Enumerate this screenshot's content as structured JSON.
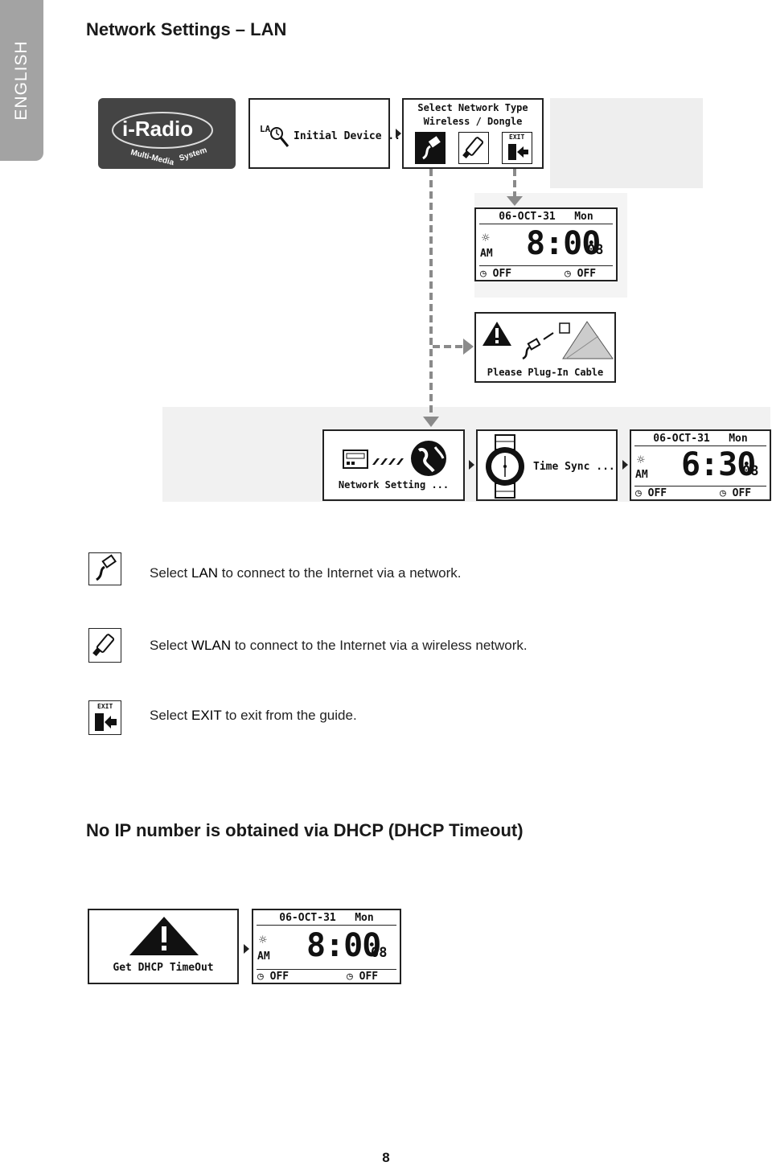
{
  "language_tab": "ENGLISH",
  "heading": "Network Settings – LAN",
  "logo": {
    "name": "i-Radio",
    "subtitle": "Multi-Media System"
  },
  "screens": {
    "initial_device": {
      "prefix": "LA",
      "label": "Initial Device ..."
    },
    "network_type": {
      "line1": "Select Network Type",
      "line2": "Wireless / Dongle",
      "exit_label": "EXIT"
    },
    "clock1": {
      "date": "06-OCT-31",
      "day": "Mon",
      "ampm": "AM",
      "time": "8:00",
      "seconds": "08",
      "alarm1": "OFF",
      "alarm2": "OFF"
    },
    "plug_cable": {
      "label": "Please Plug-In Cable"
    },
    "network_setting": {
      "label": "Network Setting ..."
    },
    "time_sync": {
      "label": "Time Sync ..."
    },
    "clock2": {
      "date": "06-OCT-31",
      "day": "Mon",
      "ampm": "AM",
      "time": "6:30",
      "seconds": "08",
      "alarm1": "OFF",
      "alarm2": "OFF"
    }
  },
  "descriptions": [
    {
      "pre": "Select ",
      "key": "LAN",
      "post": " to connect to the Internet via a network."
    },
    {
      "pre": "Select ",
      "key": "WLAN",
      "post": " to connect to the Internet via a wireless network."
    },
    {
      "pre": "Select ",
      "key": "EXIT",
      "post": " to exit from the guide."
    }
  ],
  "icon_exit_label": "EXIT",
  "subheading": "No IP number is obtained via DHCP (DHCP Timeout)",
  "timeout": {
    "label": "Get DHCP TimeOut",
    "clock": {
      "date": "06-OCT-31",
      "day": "Mon",
      "ampm": "AM",
      "time": "8:00",
      "seconds": "08",
      "alarm1": "OFF",
      "alarm2": "OFF"
    }
  },
  "page_number": "8"
}
